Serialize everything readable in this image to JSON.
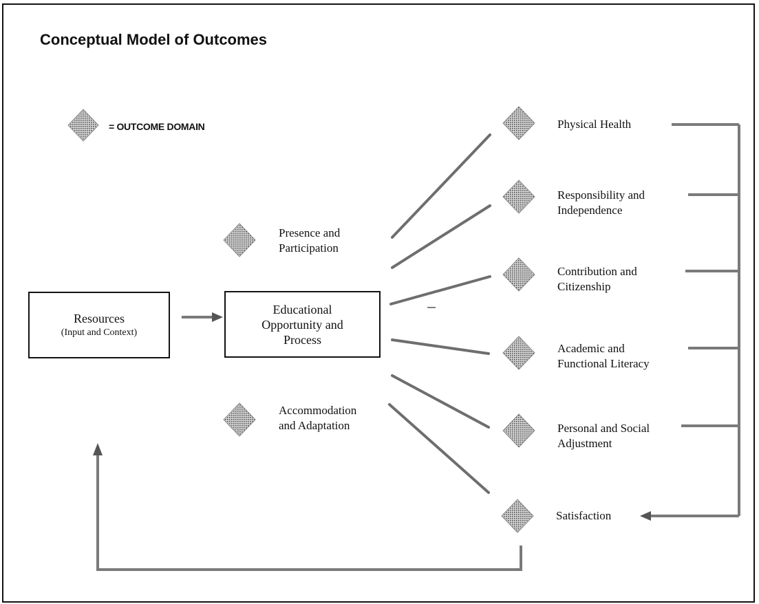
{
  "title": "Conceptual Model of Outcomes",
  "legend": {
    "symbol_icon": "diamond-icon",
    "text": "= OUTCOME DOMAIN"
  },
  "resources": {
    "title": "Resources",
    "subtitle": "(Input and Context)"
  },
  "process": {
    "line1": "Educational",
    "line2": "Opportunity and",
    "line3": "Process"
  },
  "process_domains": [
    {
      "line1": "Presence and",
      "line2": "Participation"
    },
    {
      "line1": "Accommodation",
      "line2": "and Adaptation"
    }
  ],
  "outcome_domains": [
    {
      "line1": "Physical Health",
      "line2": ""
    },
    {
      "line1": "Responsibility and",
      "line2": "Independence"
    },
    {
      "line1": "Contribution and",
      "line2": "Citizenship"
    },
    {
      "line1": "Academic and",
      "line2": "Functional Literacy"
    },
    {
      "line1": "Personal and Social",
      "line2": "Adjustment"
    },
    {
      "line1": "Satisfaction",
      "line2": ""
    }
  ],
  "colors": {
    "diamond_fill": "#9a9a9a",
    "line": "#777777",
    "border": "#111111"
  }
}
